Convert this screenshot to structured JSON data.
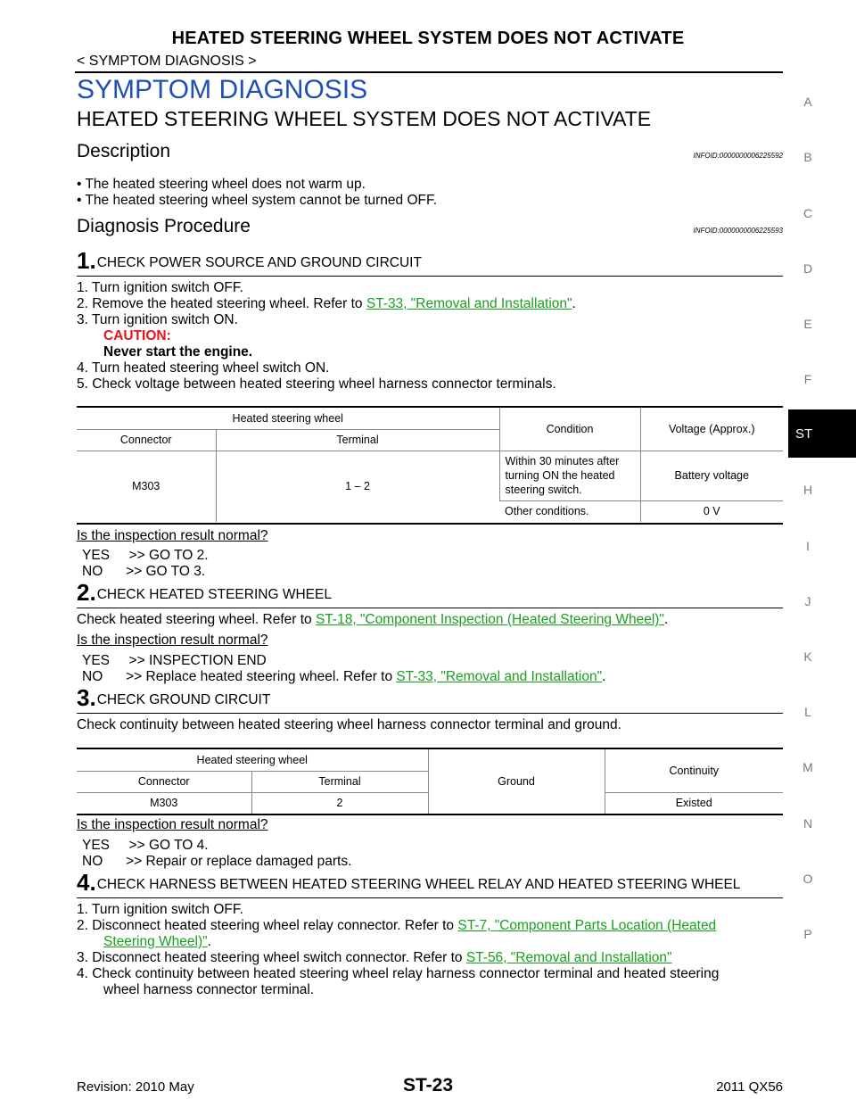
{
  "header": {
    "title": "HEATED STEERING WHEEL SYSTEM DOES NOT ACTIVATE",
    "breadcrumb": "< SYMPTOM DIAGNOSIS >"
  },
  "section_title": "SYMPTOM DIAGNOSIS",
  "symptom_title": "HEATED STEERING WHEEL SYSTEM DOES NOT ACTIVATE",
  "description": {
    "heading": "Description",
    "infoid": "INFOID:0000000006225592",
    "bullets": [
      "• The heated steering wheel does not warm up.",
      "• The heated steering wheel system cannot be turned OFF."
    ]
  },
  "procedure": {
    "heading": "Diagnosis Procedure",
    "infoid": "INFOID:0000000006225593"
  },
  "step1": {
    "num": "1.",
    "title": "CHECK POWER SOURCE AND GROUND CIRCUIT",
    "items": {
      "i1": "1.  Turn ignition switch OFF.",
      "i2_pre": "2.  Remove the heated steering wheel. Refer to ",
      "i2_link": "ST-33, \"Removal and Installation\"",
      "i2_post": ".",
      "i3": "3.  Turn ignition switch ON.",
      "caution": "CAUTION:",
      "caution_text": "Never start the engine.",
      "i4": "4.  Turn heated steering wheel switch ON.",
      "i5": "5.  Check voltage between heated steering wheel harness connector terminals."
    },
    "table": {
      "group": "Heated steering wheel",
      "col_connector": "Connector",
      "col_terminal": "Terminal",
      "col_condition": "Condition",
      "col_voltage": "Voltage (Approx.)",
      "connector": "M303",
      "terminal": "1 – 2",
      "cond1": "Within 30 minutes after turning ON the heated steering switch.",
      "volt1": "Battery voltage",
      "cond2": "Other conditions.",
      "volt2": "0 V"
    },
    "question": "Is the inspection result normal?",
    "yes": "YES     >> GO TO 2.",
    "no": "NO      >> GO TO 3."
  },
  "step2": {
    "num": "2.",
    "title": "CHECK HEATED STEERING WHEEL",
    "text_pre": "Check heated steering wheel. Refer to ",
    "link": "ST-18, \"Component Inspection (Heated Steering Wheel)\"",
    "text_post": ".",
    "question": "Is the inspection result normal?",
    "yes": "YES     >> INSPECTION END",
    "no_pre": "NO      >> Replace heated steering wheel. Refer to ",
    "no_link": "ST-33, \"Removal and Installation\"",
    "no_post": "."
  },
  "step3": {
    "num": "3.",
    "title": "CHECK GROUND CIRCUIT",
    "text": "Check continuity between heated steering wheel harness connector terminal and ground.",
    "table": {
      "group": "Heated steering wheel",
      "col_connector": "Connector",
      "col_terminal": "Terminal",
      "col_ground": "Ground",
      "col_continuity": "Continuity",
      "connector": "M303",
      "terminal": "2",
      "continuity": "Existed"
    },
    "question": "Is the inspection result normal?",
    "yes": "YES     >> GO TO 4.",
    "no": "NO      >> Repair or replace damaged parts."
  },
  "step4": {
    "num": "4.",
    "title": "CHECK HARNESS BETWEEN HEATED STEERING WHEEL RELAY AND HEATED STEERING WHEEL",
    "i1": "1.  Turn ignition switch OFF.",
    "i2_pre": "2.  Disconnect heated steering wheel relay connector. Refer to ",
    "i2_link_a": "ST-7, \"Component Parts Location (Heated",
    "i2_link_b": "Steering Wheel)\"",
    "i2_post": ".",
    "i3_pre": "3.  Disconnect heated steering wheel switch connector. Refer to ",
    "i3_link": "ST-56, \"Removal and Installation\"",
    "i4a": "4.  Check continuity between heated steering wheel relay harness connector terminal and heated steering",
    "i4b": "wheel harness connector terminal."
  },
  "side_index": [
    "A",
    "B",
    "C",
    "D",
    "E",
    "F",
    "ST",
    "H",
    "I",
    "J",
    "K",
    "L",
    "M",
    "N",
    "O",
    "P"
  ],
  "footer": {
    "revision": "Revision: 2010 May",
    "page": "ST-23",
    "model": "2011 QX56"
  }
}
